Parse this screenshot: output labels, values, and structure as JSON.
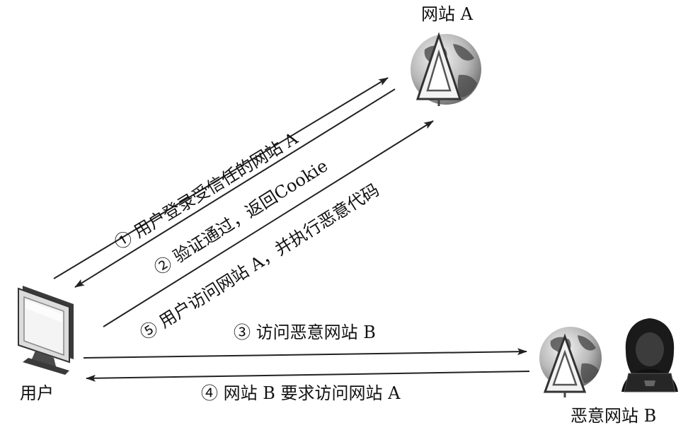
{
  "nodes": {
    "site_a": {
      "label": "网站 A"
    },
    "user": {
      "label": "用户"
    },
    "malicious_site": {
      "label": "恶意网站 B"
    }
  },
  "edges": [
    {
      "id": "step1",
      "label": "① 用户登录受信任的网站 A"
    },
    {
      "id": "step2",
      "label": "② 验证通过，返回Cookie"
    },
    {
      "id": "step5",
      "label": "⑤ 用户访问网站 A，并执行恶意代码"
    },
    {
      "id": "step3",
      "label": "③ 访问恶意网站 B"
    },
    {
      "id": "step4",
      "label": "④ 网站 B 要求访问网站 A"
    }
  ],
  "icons": {
    "site_a_icon": "globe-warning-sign-icon",
    "user_icon": "computer-monitor-icon",
    "malicious_site_icon": "globe-warning-sign-icon",
    "hacker_icon": "hooded-hacker-laptop-icon"
  }
}
